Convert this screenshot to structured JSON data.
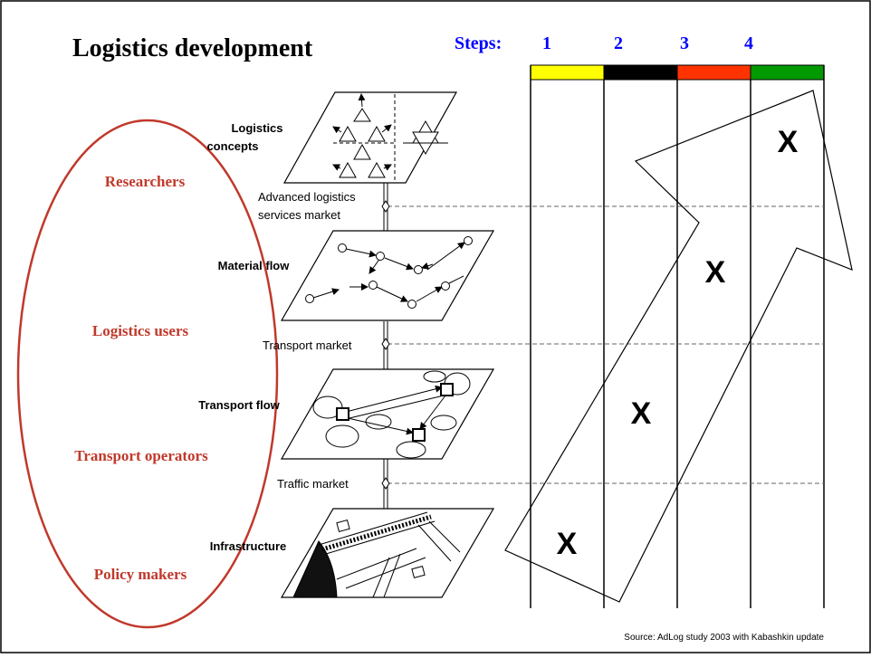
{
  "title": "Logistics development",
  "steps": {
    "label": "Steps:",
    "numbers": [
      "1",
      "2",
      "3",
      "4"
    ],
    "colors": [
      "#ffff00",
      "#000000",
      "#ff3300",
      "#009900"
    ]
  },
  "actors": [
    "Researchers",
    "Logistics users",
    "Transport operators",
    "Policy makers"
  ],
  "actor_color": "#c0392b",
  "step_color": "#0000ff",
  "layers": [
    {
      "line1": "Logistics",
      "line2": "concepts"
    },
    {
      "line1": "Material flow"
    },
    {
      "line1": "Transport flow"
    },
    {
      "line1": "Infrastructure"
    }
  ],
  "markets": [
    {
      "line1": "Advanced logistics",
      "line2": "services market"
    },
    {
      "line1": "Transport market"
    },
    {
      "line1": "Traffic market"
    }
  ],
  "marks": [
    "X",
    "X",
    "X",
    "X"
  ],
  "source": "Source: AdLog study 2003 with Kabashkin update"
}
